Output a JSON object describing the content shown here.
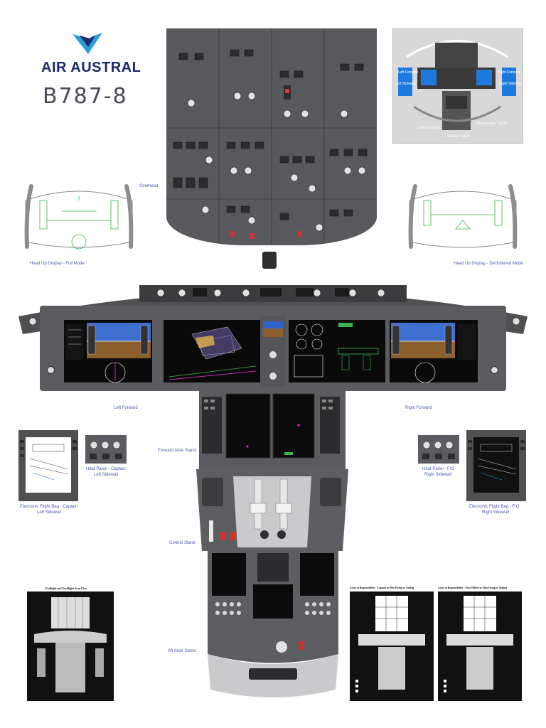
{
  "brand": {
    "name": "AIR AUSTRAL",
    "model": "B787-8",
    "color": "#1a2a6b",
    "accent": "#2a9fd6"
  },
  "labels": {
    "overhead": "Overhead",
    "hud_full": "Head Up Display - Full Mode",
    "hud_declutter": "Head Up Display - Decluttered Mode",
    "left_forward": "Left Forward",
    "right_forward": "Right Forward",
    "forward_aisle_stand": "Forward Aisle Stand",
    "heat_captain": "Heat Panel - Captain",
    "heat_captain_2": "Left Sidewall",
    "heat_fo": "Heat Panel - F/O",
    "heat_fo_2": "Right Sidewall",
    "efb_captain": "Electronic Flight Bag - Captain",
    "efb_captain_2": "Left Sidewall",
    "efb_fo": "Electronic Flight Bag - F/O",
    "efb_fo_2": "Right Sidewall",
    "control_stand": "Control Stand",
    "aft_aisle_stand": "Aft Aisle Stand"
  },
  "inset": {
    "labels": [
      "Left Forward",
      "Right Forward",
      "Left Sidewall",
      "Right Sidewall",
      "Control Stand",
      "Forward Aisle Stand",
      "Aft Aisle Stand"
    ]
  },
  "diagrams": {
    "scan_flow_title": "Preflight and Postflight Scan Flow",
    "captain_title": "Areas of Responsibility - Captain as Pilot Flying or Taxiing",
    "fo_title": "Areas of Responsibility - First Officer as Pilot Flying or Taxiing"
  }
}
